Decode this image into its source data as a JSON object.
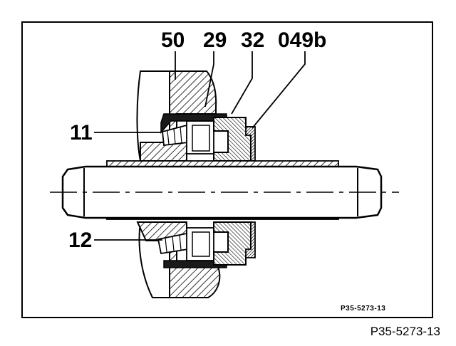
{
  "labels": {
    "c50": "50",
    "c29": "29",
    "c32": "32",
    "c049b": "049b",
    "c11": "11",
    "c12": "12"
  },
  "inner_code": "P35-5273-13",
  "outer_code": "P35-5273-13",
  "colors": {
    "ink": "#000000",
    "paper": "#ffffff"
  }
}
